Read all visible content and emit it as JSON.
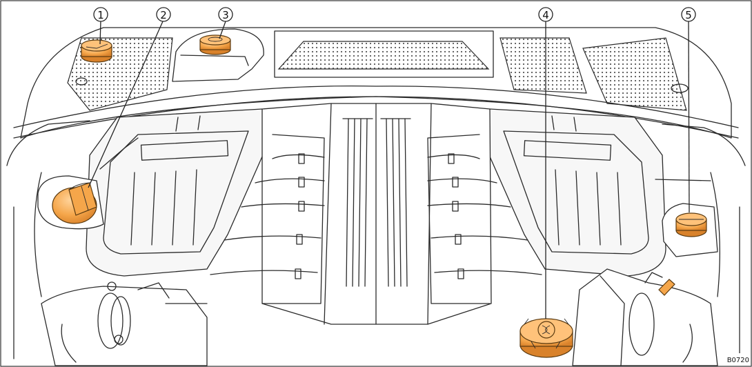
{
  "figure": {
    "reference_code": "B0720",
    "cap_color": "#F5A64A",
    "cap_shadow_color": "#D9822B",
    "callouts": [
      {
        "number": "1",
        "part": "cap"
      },
      {
        "number": "2",
        "part": "cap"
      },
      {
        "number": "3",
        "part": "cap"
      },
      {
        "number": "4",
        "part": "cap"
      },
      {
        "number": "5",
        "part": "cap"
      }
    ]
  }
}
